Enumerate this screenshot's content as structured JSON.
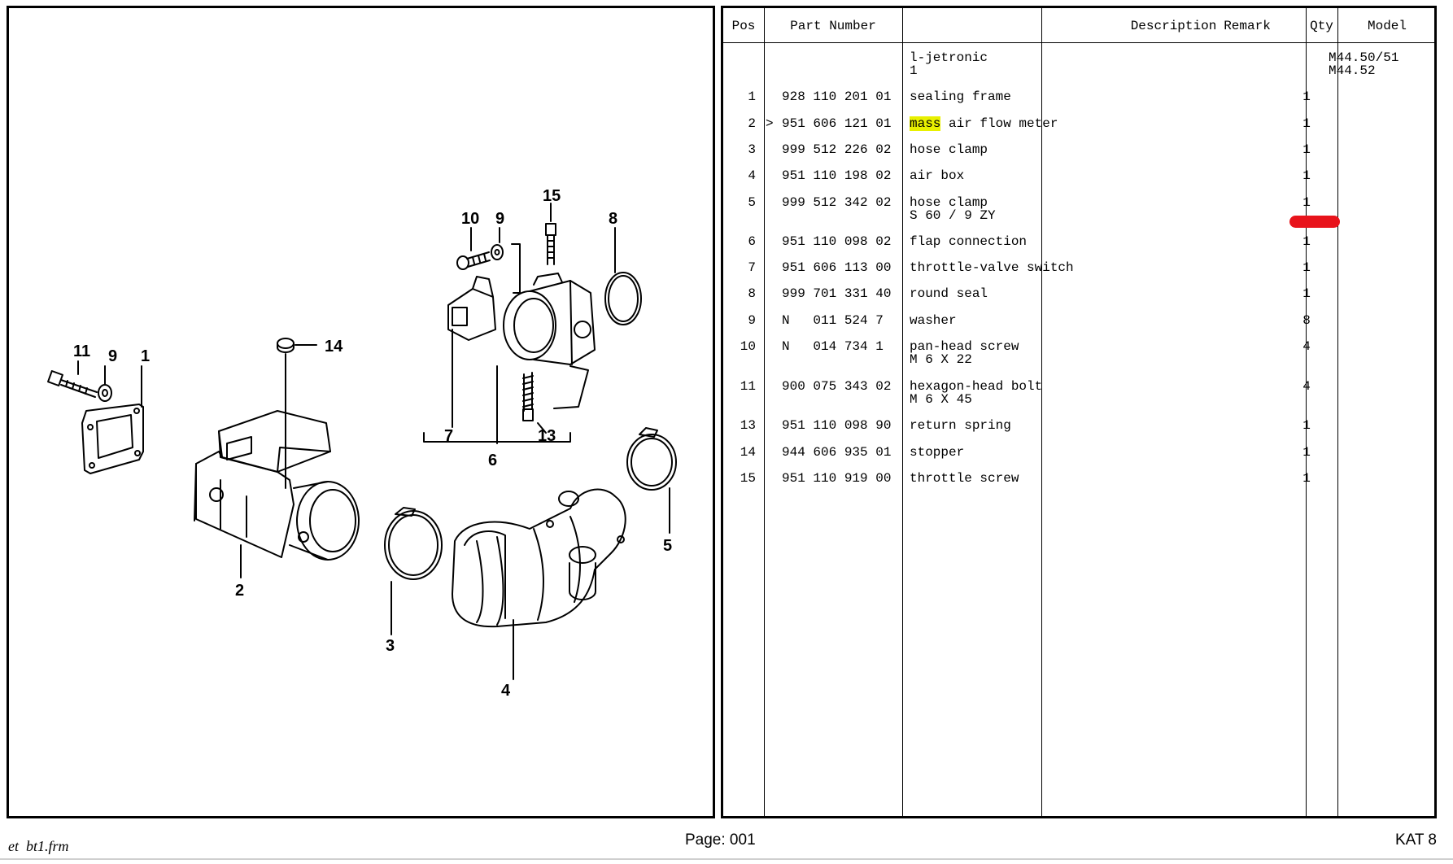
{
  "table": {
    "headers": {
      "pos": "Pos",
      "part_number": "Part Number",
      "description": "Description",
      "remark": "Remark",
      "qty": "Qty",
      "model": "Model"
    },
    "rows": [
      {
        "pos": "",
        "flag": "",
        "part": "",
        "desc": "l-jetronic",
        "desc2": "1",
        "qty": "",
        "model": "M44.50/51",
        "model2": "M44.52"
      },
      {
        "pos": "1",
        "flag": "",
        "part": "928 110 201 01",
        "desc": "sealing frame",
        "desc2": "",
        "qty": "1",
        "model": "",
        "model2": ""
      },
      {
        "pos": "2",
        "flag": ">",
        "part": "951 606 121 01",
        "desc_hl": "mass",
        "desc": " air flow meter",
        "desc2": "",
        "qty": "1",
        "model": "",
        "model2": ""
      },
      {
        "pos": "3",
        "flag": "",
        "part": "999 512 226 02",
        "desc": "hose clamp",
        "desc2": "",
        "qty": "1",
        "model": "",
        "model2": ""
      },
      {
        "pos": "4",
        "flag": "",
        "part": "951 110 198 02",
        "desc": "air box",
        "desc2": "",
        "qty": "1",
        "model": "",
        "model2": ""
      },
      {
        "pos": "5",
        "flag": "",
        "part": "999 512 342 02",
        "desc": "hose clamp",
        "desc2": "S 60 / 9 ZY",
        "qty": "1",
        "model": "",
        "model2": ""
      },
      {
        "pos": "6",
        "flag": "",
        "part": "951 110 098 02",
        "desc": "flap connection",
        "desc2": "",
        "qty": "1",
        "model": "",
        "model2": ""
      },
      {
        "pos": "7",
        "flag": "",
        "part": "951 606 113 00",
        "desc": "throttle-valve switch",
        "desc2": "",
        "qty": "1",
        "model": "",
        "model2": ""
      },
      {
        "pos": "8",
        "flag": "",
        "part": "999 701 331 40",
        "desc": "round seal",
        "desc2": "",
        "qty": "1",
        "model": "",
        "model2": ""
      },
      {
        "pos": "9",
        "flag": "",
        "part": "N   011 524 7",
        "desc": "washer",
        "desc2": "",
        "qty": "8",
        "model": "",
        "model2": ""
      },
      {
        "pos": "10",
        "flag": "",
        "part": "N   014 734 1",
        "desc": "pan-head screw",
        "desc2": "M 6 X 22",
        "qty": "4",
        "model": "",
        "model2": ""
      },
      {
        "pos": "11",
        "flag": "",
        "part": "900 075 343 02",
        "desc": "hexagon-head bolt",
        "desc2": "M 6 X 45",
        "qty": "4",
        "model": "",
        "model2": ""
      },
      {
        "pos": "13",
        "flag": "",
        "part": "951 110 098 90",
        "desc": "return spring",
        "desc2": "",
        "qty": "1",
        "model": "",
        "model2": ""
      },
      {
        "pos": "14",
        "flag": "",
        "part": "944 606 935 01",
        "desc": "stopper",
        "desc2": "",
        "qty": "1",
        "model": "",
        "model2": ""
      },
      {
        "pos": "15",
        "flag": "",
        "part": "951 110 919 00",
        "desc": "throttle screw",
        "desc2": "",
        "qty": "1",
        "model": "",
        "model2": ""
      }
    ]
  },
  "diagram": {
    "callouts": [
      "11",
      "9",
      "1",
      "14",
      "2",
      "3",
      "4",
      "10",
      "9",
      "15",
      "8",
      "7",
      "6",
      "13",
      "5"
    ]
  },
  "footer": {
    "left": "et  bt1.frm",
    "center": "Page: 001",
    "right": "KAT 8"
  },
  "colors": {
    "highlight": "#e8f000",
    "red_mark": "#e8131b"
  }
}
